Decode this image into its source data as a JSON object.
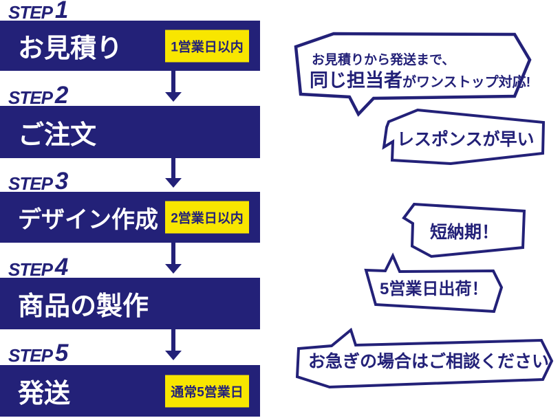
{
  "colors": {
    "navy": "#232178",
    "yellow": "#f8e600",
    "bar_text": "#ffffff",
    "background": "#ffffff"
  },
  "steps": [
    {
      "label": "STEP",
      "number": "1",
      "title": "お見積り",
      "badge": "1営業日以内"
    },
    {
      "label": "STEP",
      "number": "2",
      "title": "ご注文"
    },
    {
      "label": "STEP",
      "number": "3",
      "title": "デザイン作成",
      "badge": "2営業日以内"
    },
    {
      "label": "STEP",
      "number": "4",
      "title": "商品の製作"
    },
    {
      "label": "STEP",
      "number": "5",
      "title": "発送",
      "badge": "通常5営業日"
    }
  ],
  "bubbles": {
    "onestop": {
      "line1": "お見積りから発送まで、",
      "line2_emphasis": "同じ担当者",
      "line2_rest": "がワンストップ対応!"
    },
    "response": {
      "text": "レスポンスが早い"
    },
    "short_delivery": {
      "text": "短納期！"
    },
    "five_days": {
      "text": "5営業日出荷！"
    },
    "rush": {
      "text": "お急ぎの場合はご相談ください"
    }
  }
}
